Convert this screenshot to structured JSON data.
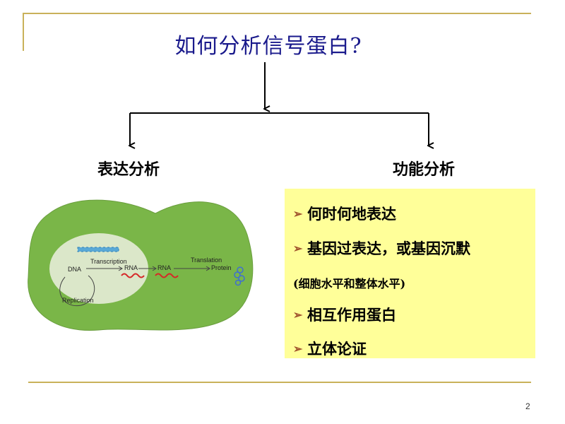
{
  "title": "如何分析信号蛋白?",
  "branches": {
    "left": "表达分析",
    "right": "功能分析"
  },
  "function_items": [
    "何时何地表达",
    "基因过表达，或基因沉默",
    "相互作用蛋白",
    "立体论证"
  ],
  "function_note": "(细胞水平和整体水平)",
  "cell_diagram": {
    "dna": "DNA",
    "transcription": "Transcription",
    "rna1": "RNA",
    "rna2": "RNA",
    "translation": "Translation",
    "protein": "Protein",
    "replication": "Replication"
  },
  "page_number": "2",
  "colors": {
    "frame": "#c9b15a",
    "title": "#1a1a8c",
    "box_fill": "#ffff99",
    "bullet": "#a0522d",
    "cell_outer": "#7ab648",
    "cell_inner": "#dbe7c9"
  }
}
